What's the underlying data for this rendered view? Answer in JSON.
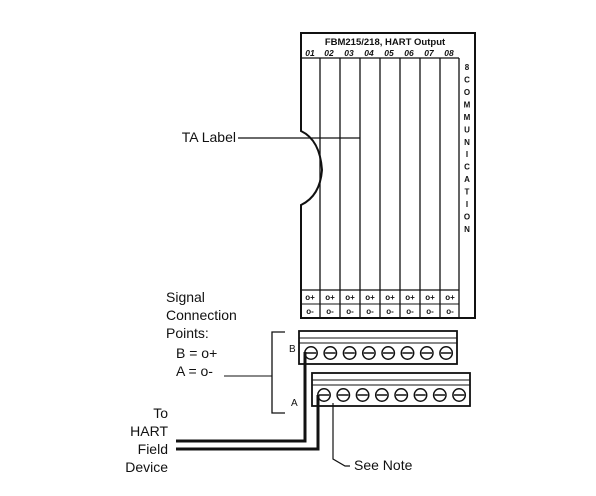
{
  "module": {
    "header": "FBM215/218, HART Output",
    "channels": [
      "01",
      "02",
      "03",
      "04",
      "05",
      "06",
      "07",
      "08"
    ],
    "side_label": "8 COMMUNICATION",
    "plus_label": "o+",
    "minus_label": "o-"
  },
  "callouts": {
    "ta_label": "TA Label",
    "signal_points": [
      "Signal",
      "Connection",
      "Points:"
    ],
    "b_line": "B = o+",
    "a_line": "A = o-",
    "to_field": [
      "To",
      "HART",
      "Field",
      "Device"
    ],
    "see_note": "See Note"
  },
  "terminal_rows": {
    "b": "B",
    "a": "A"
  }
}
